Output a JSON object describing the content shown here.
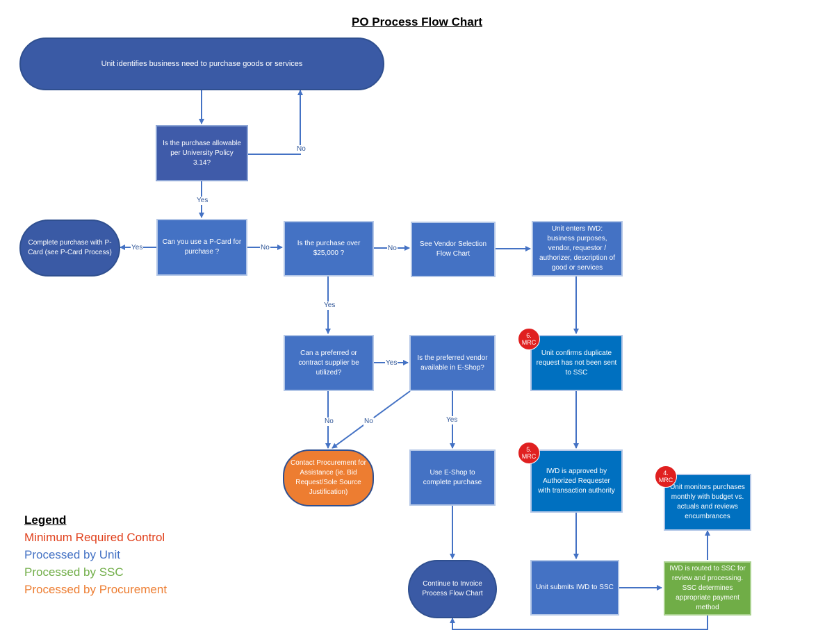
{
  "title": "PO Process Flow Chart",
  "nodes": {
    "start": "Unit identifies business need to purchase goods or services",
    "allowable": "Is the purchase allowable per University Policy 3.14?",
    "pcard_question": "Can you use a P-Card for purchase ?",
    "pcard_complete": "Complete purchase with P-Card (see P-Card Process)",
    "over_25000": "Is the purchase over $25,000 ?",
    "vendor_selection": "See Vendor Selection Flow Chart",
    "enter_iwd": "Unit enters IWD: business purposes, vendor, requestor / authorizer, description of good or services",
    "preferred_supplier": "Can a preferred or contract supplier be utilized?",
    "eshop_available": "Is the preferred vendor available in E-Shop?",
    "confirm_duplicate": "Unit confirms duplicate request has not been sent to SSC",
    "contact_procurement": "Contact Procurement for Assistance (ie. Bid Request/Sole Source Justification)",
    "use_eshop": "Use E-Shop to complete purchase",
    "iwd_approved": "IWD is approved by Authorized Requester with transaction authority",
    "monitor": "Unit monitors purchases monthly with budget vs. actuals and reviews encumbrances",
    "continue_invoice": "Continue to Invoice Process Flow Chart",
    "submit_iwd": "Unit submits IWD to SSC",
    "routed_ssc": "IWD is routed to SSC for review and processing. SSC determines appropriate payment method"
  },
  "labels": {
    "no1": "No",
    "yes1": "Yes",
    "yes_pcard": "Yes",
    "no_pcard": "No",
    "no_over": "No",
    "yes_over": "Yes",
    "yes_pref": "Yes",
    "no_pref": "No",
    "no_eshop": "No",
    "yes_eshop": "Yes"
  },
  "mrc": {
    "m6": {
      "num": "6.",
      "tag": "MRC"
    },
    "m5": {
      "num": "5.",
      "tag": "MRC"
    },
    "m4": {
      "num": "4.",
      "tag": "MRC"
    }
  },
  "legend": {
    "title": "Legend",
    "items": [
      {
        "text": "Minimum Required Control",
        "color": "#e0401c"
      },
      {
        "text": "Processed by Unit",
        "color": "#4472c4"
      },
      {
        "text": "Processed by SSC",
        "color": "#70ad47"
      },
      {
        "text": "Processed by Procurement",
        "color": "#ed7d31"
      }
    ]
  },
  "colors": {
    "arrow": "#4472c4",
    "unit": "#4472c4",
    "ssc": "#70ad47",
    "procurement": "#ed7d31",
    "mrc": "#e02020"
  }
}
